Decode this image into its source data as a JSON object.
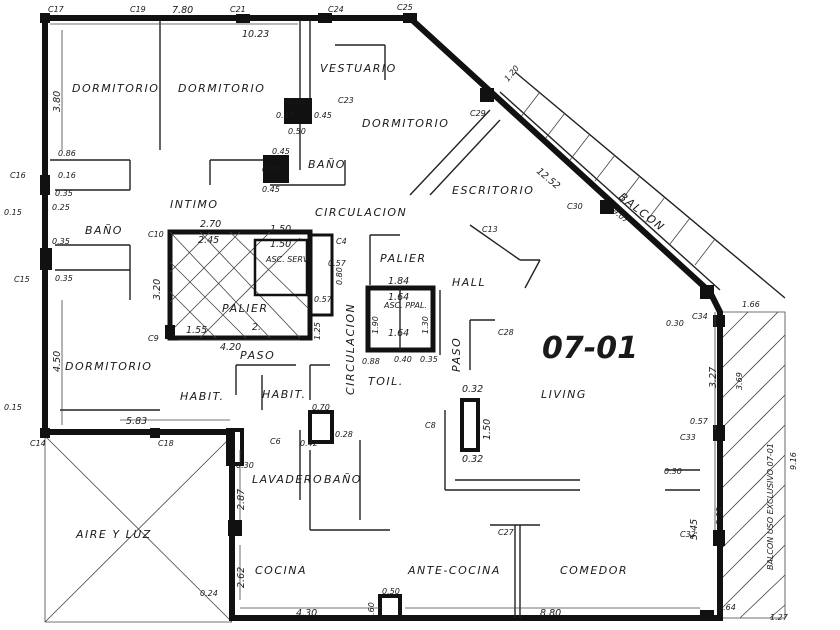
{
  "unit_code": "07-01",
  "rooms": {
    "dormitorio_1": "DORMITORIO",
    "dormitorio_2": "DORMITORIO",
    "dormitorio_3": "DORMITORIO",
    "dormitorio_4": "DORMITORIO",
    "vestuario": "VESTUARIO",
    "bano_1": "BAÑO",
    "bano_2": "BAÑO",
    "bano_3": "BAÑO",
    "intimo": "INTIMO",
    "circulacion_h": "CIRCULACION",
    "circulacion_v": "CIRCULACION",
    "escritorio": "ESCRITORIO",
    "balcon": "BALCON",
    "palier_1": "PALIER",
    "palier_2": "PALIER",
    "hall": "HALL",
    "living": "LIVING",
    "habit_1": "HABIT.",
    "habit_2": "HABIT.",
    "paso_1": "PASO",
    "paso_2": "PASO",
    "toil": "TOIL.",
    "lavadero": "LAVADERO",
    "cocina": "COCINA",
    "ante_cocina": "ANTE-COCINA",
    "comedor": "COMEDOR",
    "aire_luz": "AIRE Y LUZ",
    "balcon_uso": "BALCON USO EXCLUSIVO 07-01",
    "asc_serv": "ASC. SERV.",
    "asc_ppal": "ASC. PPAL."
  },
  "columns": {
    "c17": "C17",
    "c19": "C19",
    "c21": "C21",
    "c24": "C24",
    "c25": "C25",
    "c23_top": "C23",
    "c29": "C29",
    "c30": "C30",
    "c16": "C16",
    "c15": "C15",
    "c10": "C10",
    "c13": "C13",
    "c4": "C4",
    "c9": "C9",
    "c28": "C28",
    "c8_mid": "C8",
    "c14": "C14",
    "c18": "C18",
    "c6": "C6",
    "c34": "C34",
    "c33": "C33",
    "c27": "C27",
    "c32": "C32"
  },
  "dims": {
    "d7_80": "7.80",
    "d10_23": "10.23",
    "d3_80": "3.80",
    "d0_50a": "0.50",
    "d0_45a": "0.45",
    "d0_45b": "0.45",
    "d0_50b": "0.50",
    "d0_45c": "0.45",
    "d0_78": "0.78",
    "d0_86": "0.86",
    "d0_16": "0.16",
    "d0_35a": "0.35",
    "d0_25": "0.25",
    "d0_35b": "0.35",
    "d0_35c": "0.35",
    "d0_15": "0.15",
    "d2_70": "2.70",
    "d2_45": "2.45",
    "d1_50a": "1.50",
    "d1_50b": "1.50",
    "d0_57a": "0.57",
    "d0_80": "0.80",
    "d3_20": "3.20",
    "d1_55": "1.55",
    "d2_1": "2.",
    "d4_20": "4.20",
    "d1_84": "1.84",
    "d1_64a": "1.64",
    "d1_64b": "1.64",
    "d1_90": "1.90",
    "d1_30": "1.30",
    "d0_57b": "0.57",
    "d0_88": "0.88",
    "d0_35d": "0.35",
    "d0_40": "0.40",
    "d1_25": "1.25",
    "d4_50": "4.50",
    "d5_83": "5.83",
    "d0_70": "0.70",
    "d0_42": "0.42",
    "d0_28": "0.28",
    "d0_32a": "0.32",
    "d1_50c": "1.50",
    "d0_32b": "0.32",
    "d12_52": "12.52",
    "d9_07": "9.07",
    "d1_20": "1.20",
    "d0_30a": "0.30",
    "d1_66": "1.66",
    "d3_27": "3.27",
    "d3_69": "3.69",
    "d0_57c": "0.57",
    "d9_16": "9.16",
    "d5_45": "5.45",
    "d5_08": "5.08",
    "d0_30b": "0.30",
    "d2_87": "2.87",
    "d2_62": "2.62",
    "d4_30": "4.30",
    "d8_80": "8.80",
    "d0_60": "0.60",
    "d0_50c": "0.50",
    "d0_64": "0.64",
    "d1_27": "1.27",
    "d0_24": "0.24",
    "d0_30c": "0.30",
    "d0_15b": "0.15"
  }
}
